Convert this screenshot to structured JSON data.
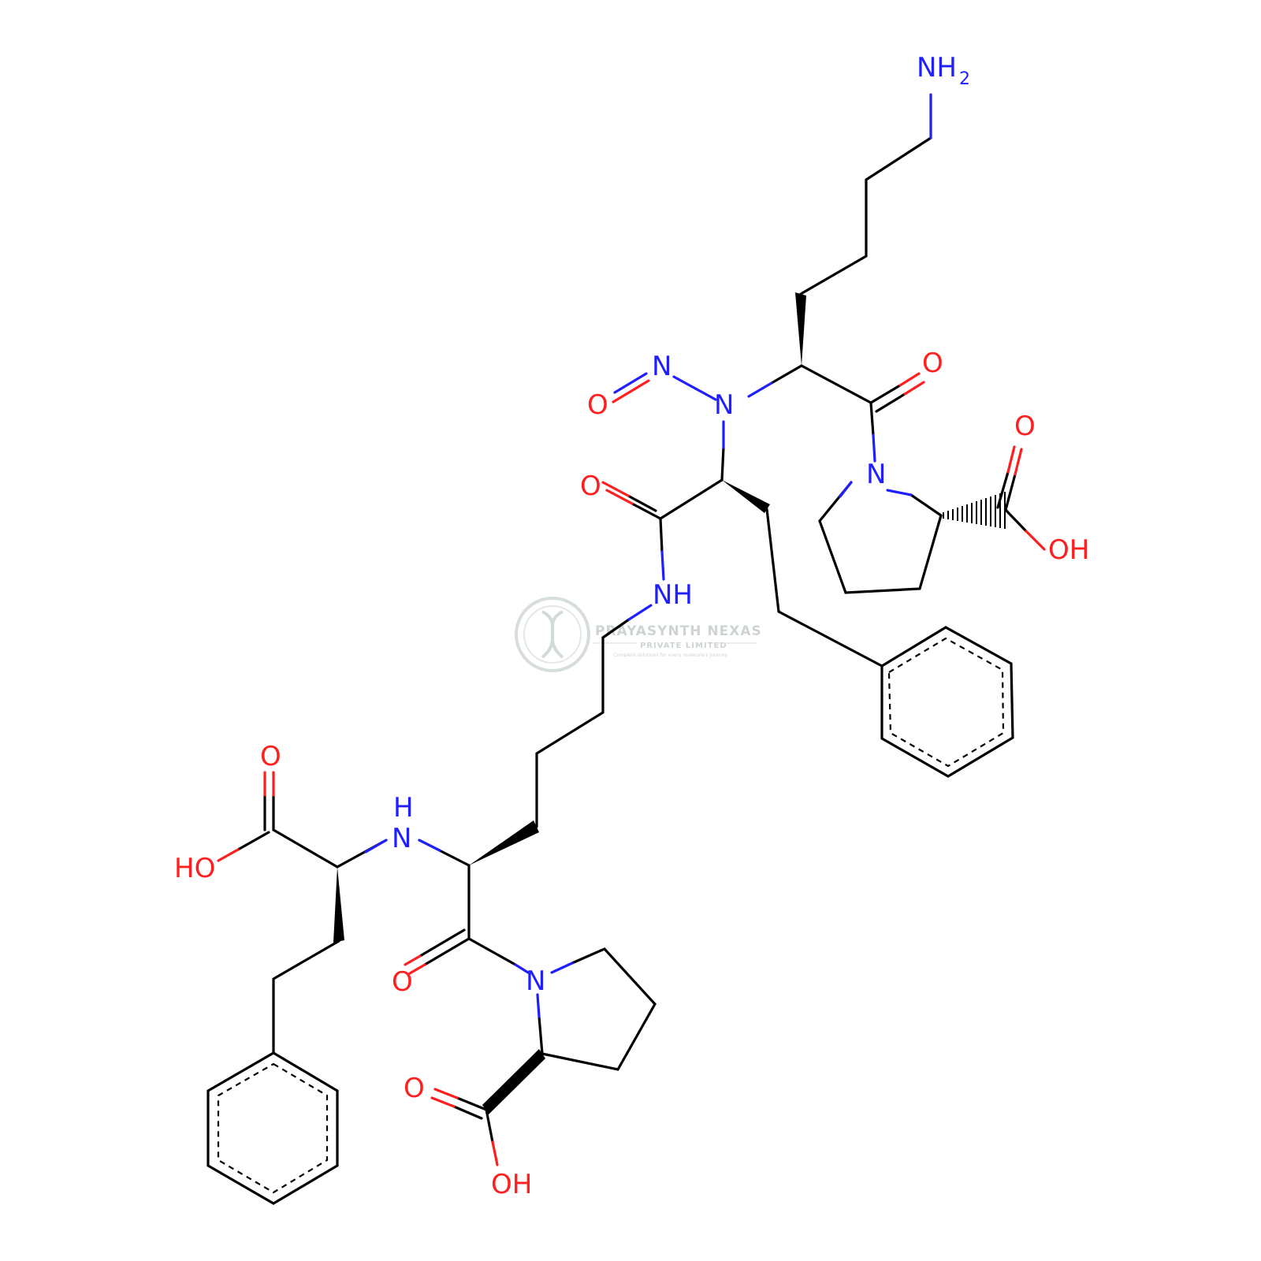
{
  "watermark": {
    "company": "PRAYASYNTH NEXAS",
    "subtitle": "PRIVATE LIMITED",
    "tagline": "Complete solutions for every molecule's journey"
  },
  "colors": {
    "bond": "#000000",
    "nitrogen": "#1f1fff",
    "oxygen": "#ff1f1f",
    "watermark": "#c9d1cc"
  },
  "atom_labels": {
    "nh2": "NH",
    "nh2_sub": "2",
    "nitroso_n": "N",
    "nitroso_o": "O",
    "n_nitrosated": "N",
    "o_ketone_upper": "O",
    "n_proline_upper": "N",
    "o_acid_upper": "O",
    "oh_acid_upper": "OH",
    "o_amide": "O",
    "nh_amide": "NH",
    "o_acid_left": "O",
    "ho_acid_left": "HO",
    "h_amine": "H",
    "n_amine": "N",
    "o_ketone_lower": "O",
    "n_proline_lower": "N",
    "o_acid_lower": "O",
    "oh_acid_lower": "OH"
  }
}
